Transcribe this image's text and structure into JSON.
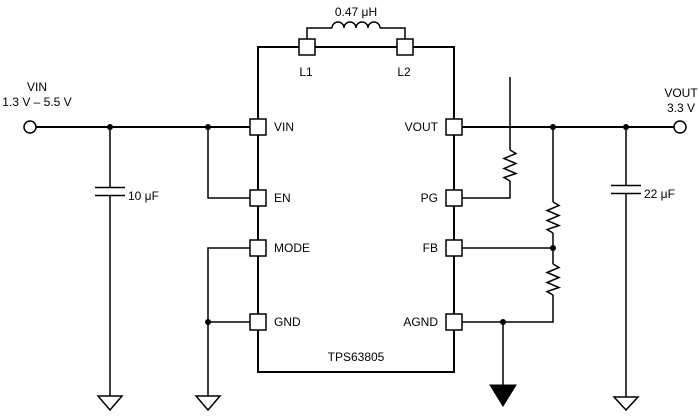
{
  "diagram": {
    "background": "#ffffff",
    "line_color": "#000000",
    "input": {
      "terminal": "VIN",
      "range": "1.3 V – 5.5 V",
      "capacitor_value": "10 μF"
    },
    "inductor": {
      "value": "0.47 μH"
    },
    "ic": {
      "name": "TPS63805",
      "top_pins": [
        "L1",
        "L2"
      ],
      "left_pins": [
        "VIN",
        "EN",
        "MODE",
        "GND"
      ],
      "right_pins": [
        "VOUT",
        "PG",
        "FB",
        "AGND"
      ]
    },
    "output": {
      "terminal": "VOUT",
      "voltage": "3.3 V",
      "capacitor_value": "22 μF"
    }
  }
}
